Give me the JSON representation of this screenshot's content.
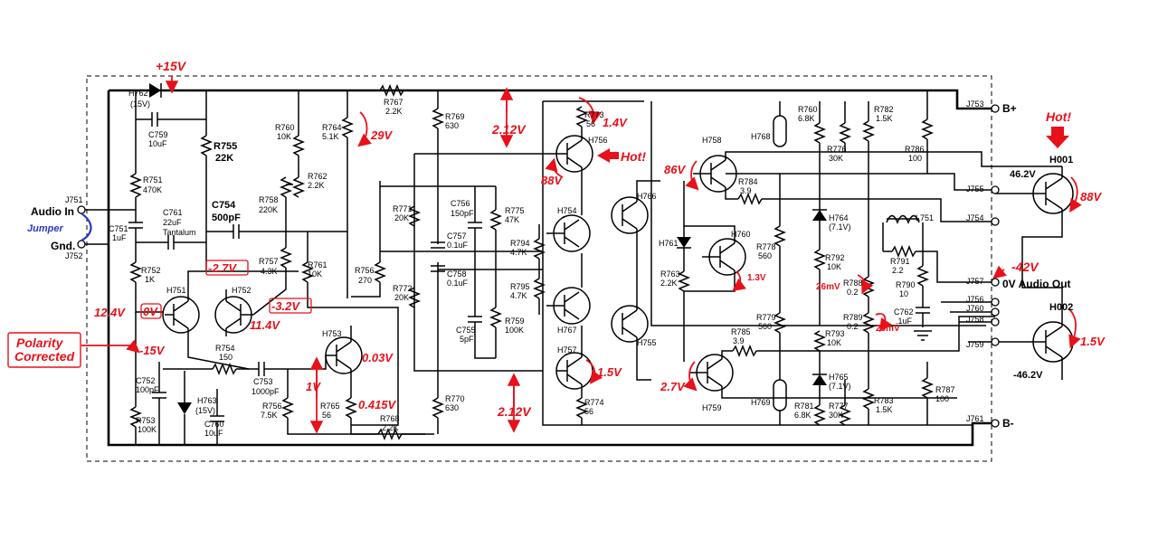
{
  "colors": {
    "annotation": "#e8101a",
    "jumper": "#2a38c4",
    "wire": "#000000"
  },
  "supply": {
    "pos": "+15V"
  },
  "io": {
    "audio_in": "Audio In",
    "gnd": "Gnd.",
    "jumper": "Jumper",
    "j751": "J751",
    "j752": "J752",
    "audio_out": "0V Audio Out",
    "out_v": "-42V",
    "b_plus": "B+",
    "b_minus": "B-"
  },
  "polarity": "Polarity\nCorrected",
  "voltages": {
    "v12_4": "12.4V",
    "v0": "0V",
    "vm2_7": "-2.7V",
    "vm3_2": "-3.2V",
    "v11_4": "11.4V",
    "vm15": "-15V",
    "v0_03": "0.03V",
    "v0_415": "0.415V",
    "v1": "1V",
    "v29": "29V",
    "v2_12a": "2.12V",
    "v2_12b": "2.12V",
    "v1_4": "1.4V",
    "v88": "88V",
    "hot1": "Hot!",
    "v1_5a": "1.5V",
    "v86": "86V",
    "v1_3": "1.3V",
    "v2_7": "2.7V",
    "v26a": "26mV",
    "v26b": "26mV",
    "hot2": "Hot!",
    "v46a": "46.2V",
    "v88b": "88V",
    "v46b": "-46.2V",
    "v1_5b": "1.5V"
  },
  "components": {
    "h762": "H762",
    "h762v": "(15V)",
    "c759": "C759",
    "c759v": "10uF",
    "r755": "R755",
    "r755v": "22K",
    "r751": "R751",
    "r751v": "470K",
    "c761": "C761",
    "c761v": "22uF",
    "c761t": "Tantalum",
    "c751": "C751",
    "c751v": "1uF",
    "c754": "C754",
    "c754v": "500pF",
    "r752": "R752",
    "r752v": "1K",
    "h751": "H751",
    "h752": "H752",
    "r754": "R754",
    "r754v": "150",
    "c753": "C753",
    "c753v": "1000pF",
    "c752": "C752",
    "c752v": "100pF",
    "r753": "R753",
    "r753v": "100K",
    "h763": "H763",
    "h763v": "(15V)",
    "c760": "C760",
    "c760v": "10uF",
    "r756": "R756",
    "r756v": "7.5K",
    "r760": "R760",
    "r760v": "10K",
    "r758": "R758",
    "r758v": "220K",
    "r757": "R757",
    "r757v": "4.3K",
    "r764": "R764",
    "r764v": "5.1K",
    "r762": "R762",
    "r762v": "2.2K",
    "r761": "R761",
    "r761v": "10K",
    "h753": "H753",
    "r765": "R765",
    "r765v": "56",
    "r768": "R768",
    "r768v": "2.2K",
    "r767": "R767",
    "r767v": "2.2K",
    "r756b": "R756",
    "r756bv": "270",
    "r771": "R771",
    "r771v": "20K",
    "r772": "R772",
    "r772v": "20K",
    "r769": "R769",
    "r769v": "630",
    "r770": "R770",
    "r770v": "630",
    "c756": "C756",
    "c756v": "150pF",
    "c757": "C757",
    "c757v": "0.1uF",
    "c758": "C758",
    "c758v": "0.1uF",
    "c755": "C755",
    "c755v": "5pF",
    "r775": "R775",
    "r775v": "47K",
    "r759": "R759",
    "r759v": "100K",
    "r794": "R794",
    "r794v": "4.7K",
    "r795": "R795",
    "r795v": "4.7K",
    "h754": "H754",
    "h767": "H767",
    "h766": "H766",
    "h755": "H755",
    "h756": "H756",
    "r773": "R773",
    "r773v": "56",
    "h757": "H757",
    "r774": "R774",
    "r774v": "56",
    "h761": "H761",
    "r763": "R763",
    "r763v": "2.2K",
    "h760": "H760",
    "h758": "H758",
    "r784": "R784",
    "r784v": "3.9",
    "h759": "H759",
    "r785": "R785",
    "r785v": "3.9",
    "h768": "H768",
    "h769": "H769",
    "r778": "R778",
    "r778v": "560",
    "r779": "R779",
    "r779v": "560",
    "r760b": "R760",
    "r760bv": "6.8K",
    "r781": "R781",
    "r781v": "6.8K",
    "r776": "R776",
    "r776v": "30K",
    "r777": "R777",
    "r777v": "30K",
    "h764": "H764",
    "h764v": "(7.1V)",
    "h765": "H765",
    "h765v": "(7.1V)",
    "r792": "R792",
    "r792v": "10K",
    "r793": "R793",
    "r793v": "10K",
    "r782": "R782",
    "r782v": "1.5K",
    "r783": "R783",
    "r783v": "1.5K",
    "r788": "R788",
    "r788v": "0.2",
    "r789": "R789",
    "r789v": "0.2",
    "r786": "R786",
    "r786v": "100",
    "r787": "R787",
    "r787v": "100",
    "l751": "L751",
    "r791": "R791",
    "r791v": "2.2",
    "r790": "R790",
    "r790v": "10",
    "c762": "C762",
    "c762v": ".1uF",
    "j753": "J753",
    "j755": "J755",
    "j754": "J754",
    "j757": "J757",
    "j756": "J756",
    "j760": "J760",
    "j758": "J758",
    "j759": "J759",
    "j761": "J761",
    "h001": "H001",
    "h002": "H002"
  }
}
